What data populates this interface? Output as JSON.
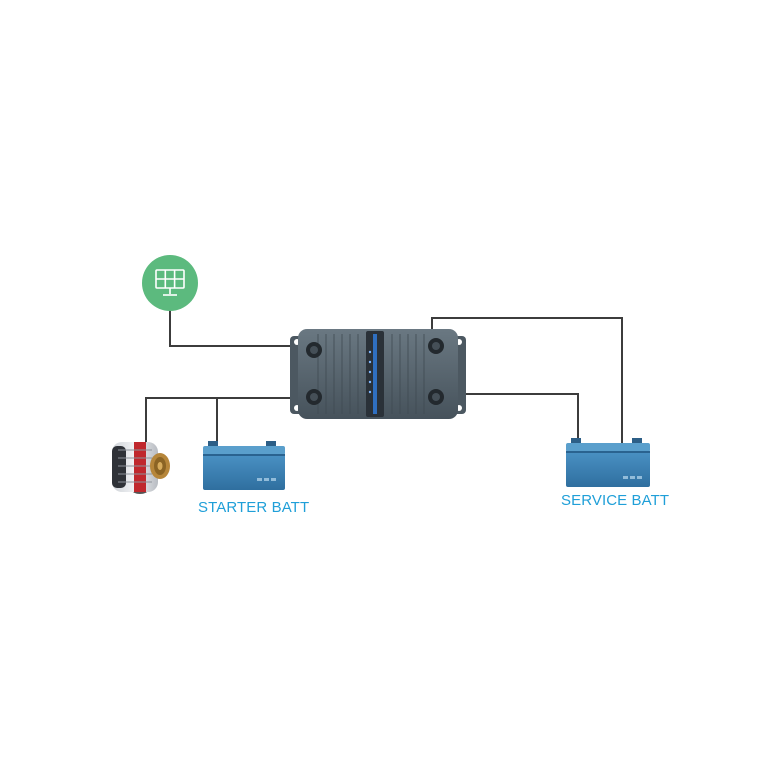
{
  "background_color": "#ffffff",
  "colors": {
    "wire": "#3c3c3c",
    "label_text": "#1f9fd8",
    "solar_badge": "#5cba7e",
    "battery_body": "#3a80b4",
    "battery_lid": "#5a9fcc",
    "charger_body": "#53606a",
    "charger_accent": "#2f6fc0"
  },
  "components": {
    "solar_panel": {
      "icon": "solar-panel-icon"
    },
    "charger": {
      "icon": "battery-to-battery-charger"
    },
    "alternator": {
      "icon": "alternator-icon"
    },
    "starter_battery": {
      "icon": "battery-icon",
      "label": "STARTER BATT"
    },
    "service_battery": {
      "icon": "battery-icon",
      "label": "SERVICE BATT"
    }
  }
}
